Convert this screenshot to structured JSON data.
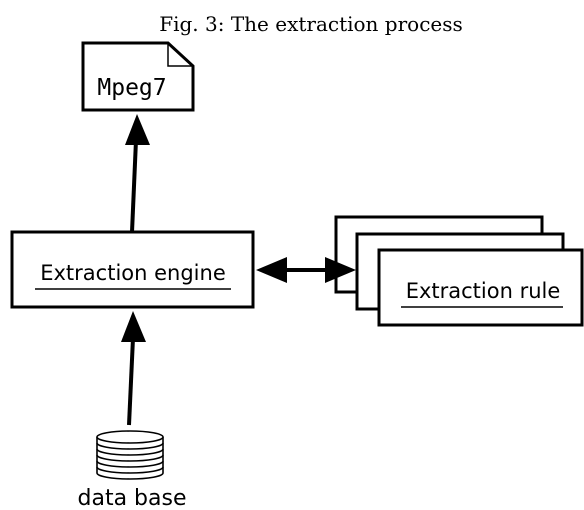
{
  "caption": "Fig. 3: The extraction process",
  "nodes": {
    "output": "Mpeg7",
    "engine": "Extraction engine",
    "rule": "Extraction rule",
    "source": "data base"
  }
}
